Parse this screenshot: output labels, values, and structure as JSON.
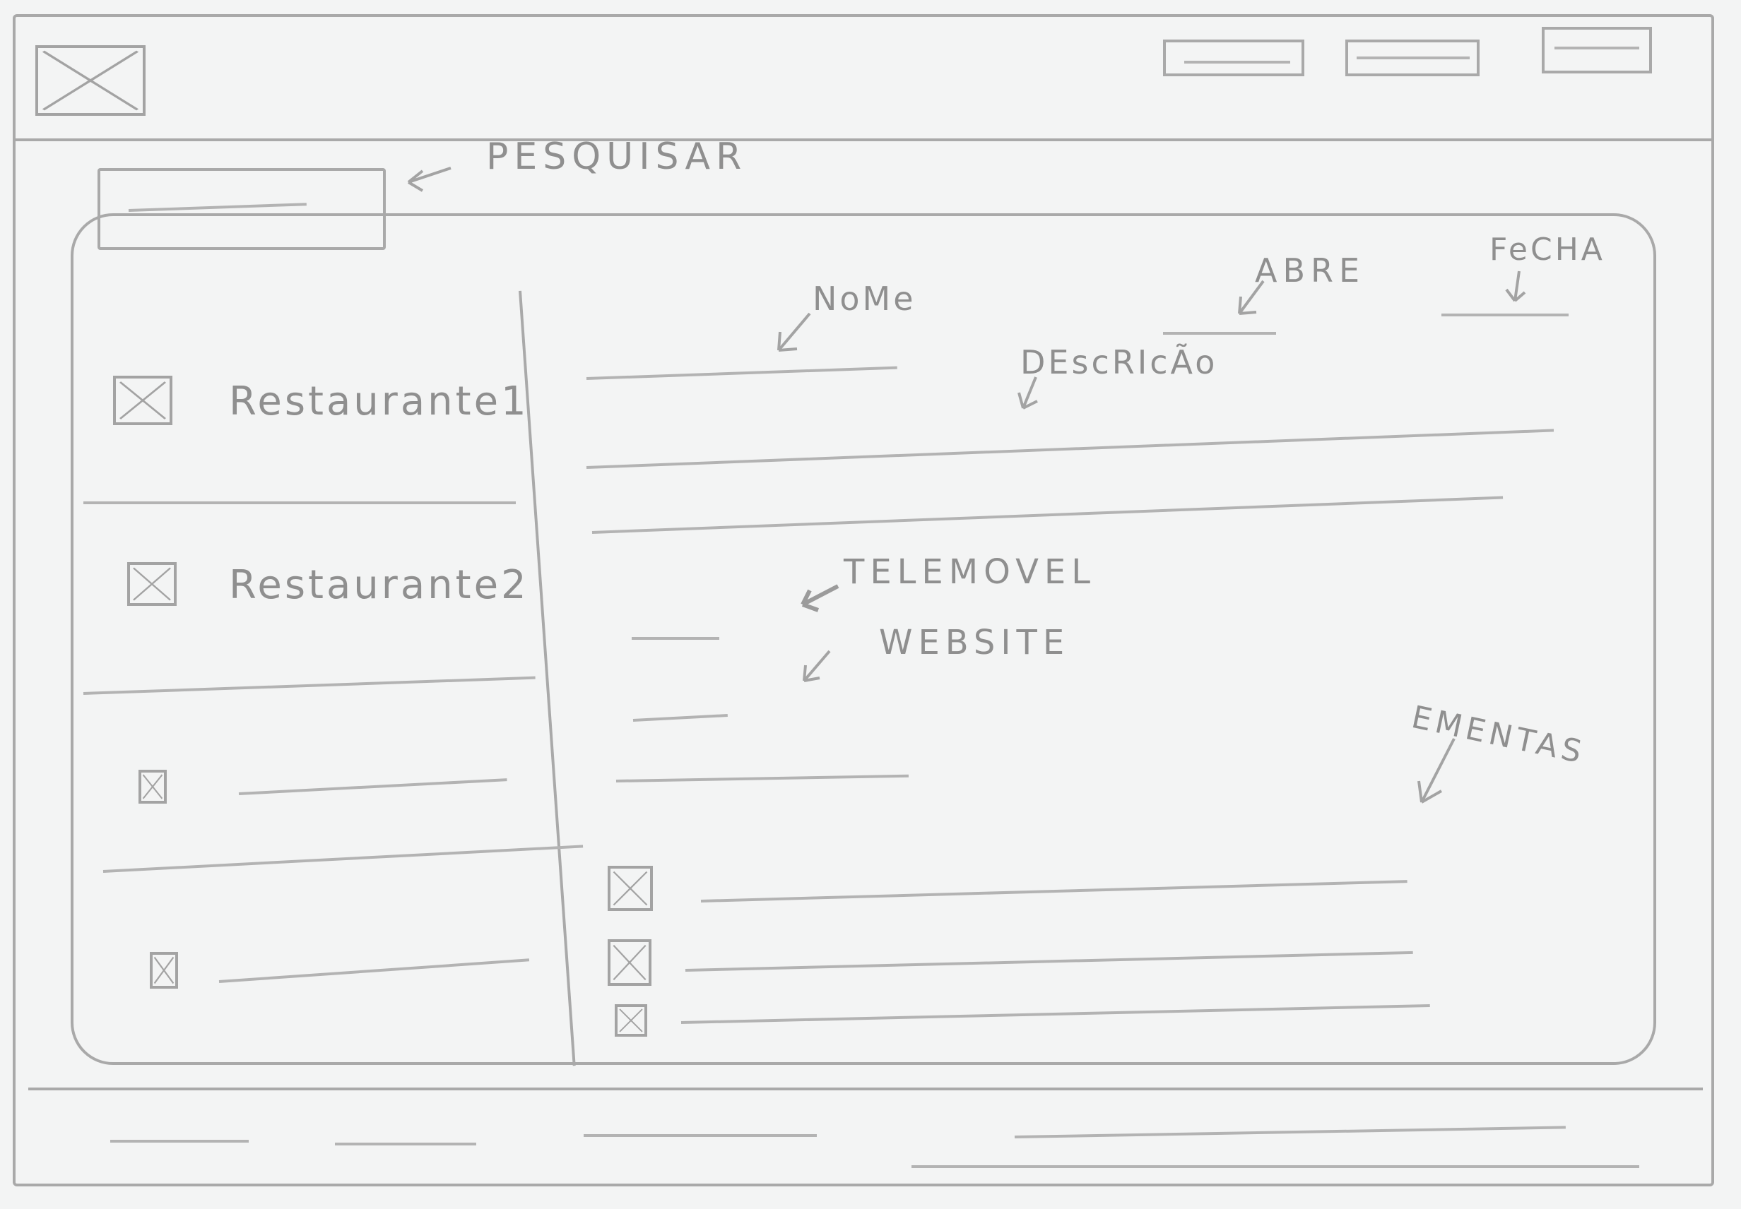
{
  "annotations": {
    "search": "PESQUISAR",
    "name": "NoMe",
    "opens": "ABRE",
    "closes": "FeCHA",
    "description": "DEscRIcÃo",
    "phone": "TELEMOVEL",
    "website": "WEBSITE",
    "menus": "EMENTAS"
  },
  "restaurants": [
    {
      "name": "Restaurante1"
    },
    {
      "name": "Restaurante2"
    },
    {
      "name": ""
    },
    {
      "name": ""
    }
  ],
  "icons": {
    "logo": "image-placeholder-icon",
    "list_item": "image-placeholder-icon",
    "menu_item": "image-placeholder-icon"
  },
  "colors": {
    "paper": "#f3f4f4",
    "pencil": "#a9a9a9"
  }
}
